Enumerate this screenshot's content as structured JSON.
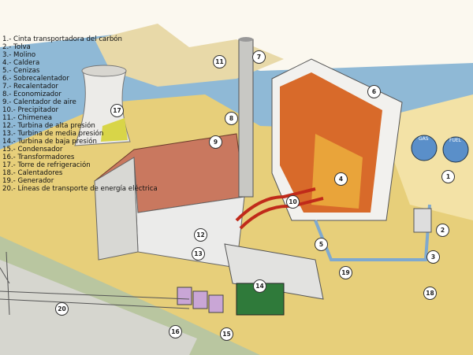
{
  "legend": [
    "1.- Cinta transportadora del carbón",
    "2.- Tolva",
    "3.- Molino",
    "4.- Caldera",
    "5.- Cenizas",
    "6.- Sobrecalentador",
    "7.- Recalentador",
    "8.- Economizador",
    "9.- Calentador de aire",
    "10.- Precipitador",
    "11.- Chimenea",
    "12.- Turbina de alta presión",
    "13.- Turbina de media presión",
    "14.- Turbina de baja presión",
    "15.- Condensador",
    "16.- Transformadores",
    "17.- Torre de refrigeración",
    "18.- Calentadores",
    "19.- Generador",
    "20.- Líneas de transporte de energía eléctrica"
  ],
  "callouts": [
    "11",
    "7",
    "6",
    "17",
    "8",
    "9",
    "4",
    "10",
    "1",
    "2",
    "3",
    "5",
    "12",
    "13",
    "19",
    "14",
    "18",
    "20",
    "16",
    "15"
  ],
  "tank_labels": {
    "gas": "GAS",
    "fuel": "FUEL"
  }
}
